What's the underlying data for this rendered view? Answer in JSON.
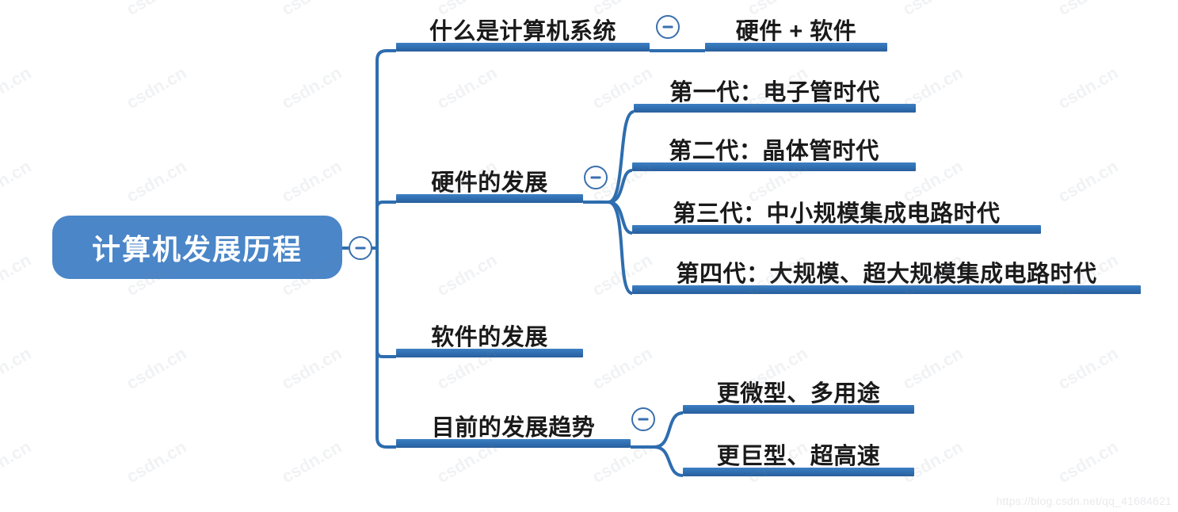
{
  "diagram": {
    "type": "mindmap",
    "colors": {
      "root_fill": "#4A86C8",
      "root_text": "#FFFFFF",
      "bar": "#2E6DAF",
      "connector": "#2E6DAF",
      "topic_text": "#1A1A1A",
      "toggle_stroke": "#3A6FAE",
      "background": "#FFFFFF"
    },
    "root": {
      "label": "计算机发展历程",
      "toggle": "collapse-minus"
    },
    "branches": [
      {
        "label": "什么是计算机系统",
        "toggle": "collapse-minus",
        "children": [
          {
            "label": "硬件 + 软件"
          }
        ]
      },
      {
        "label": "硬件的发展",
        "toggle": "collapse-minus",
        "children": [
          {
            "label": "第一代：电子管时代"
          },
          {
            "label": "第二代：晶体管时代"
          },
          {
            "label": "第三代：中小规模集成电路时代"
          },
          {
            "label": "第四代：大规模、超大规模集成电路时代"
          }
        ]
      },
      {
        "label": "软件的发展",
        "toggle": null,
        "children": []
      },
      {
        "label": "目前的发展趋势",
        "toggle": "collapse-minus",
        "children": [
          {
            "label": "更微型、多用途"
          },
          {
            "label": "更巨型、超高速"
          }
        ]
      }
    ]
  },
  "watermark": {
    "url": "https://blog.csdn.net/qq_41684621",
    "tile_text": "csdn.cn"
  }
}
